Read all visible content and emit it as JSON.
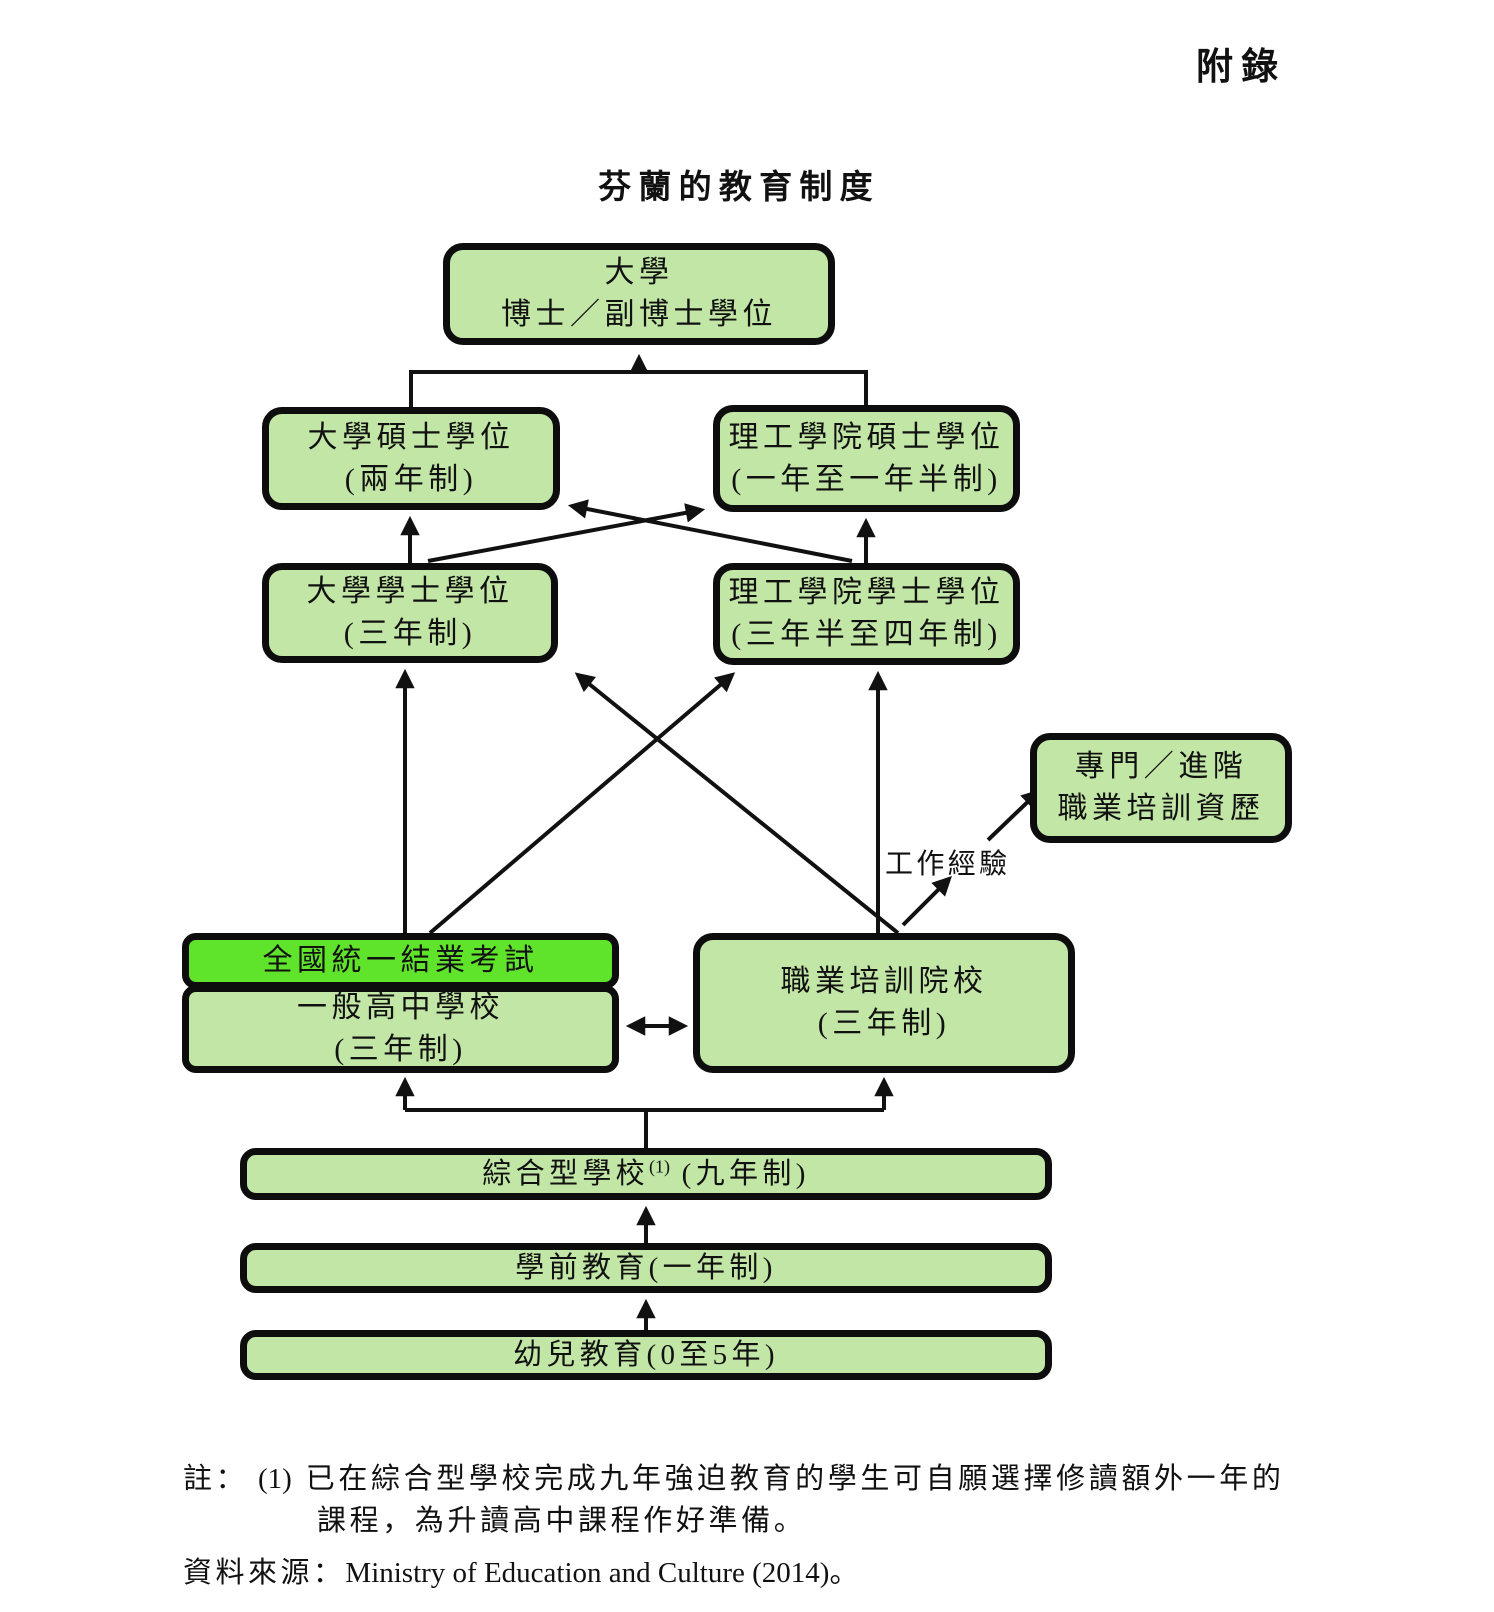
{
  "page": {
    "corner_label": "附錄",
    "title": "芬蘭的教育制度"
  },
  "boxes": {
    "doctorate": {
      "line1": "大學",
      "line2": "博士／副博士學位"
    },
    "univ_master": {
      "line1": "大學碩士學位",
      "line2": "(兩年制)"
    },
    "poly_master": {
      "line1": "理工學院碩士學位",
      "line2": "(一年至一年半制)"
    },
    "univ_bachelor": {
      "line1": "大學學士學位",
      "line2": "(三年制)"
    },
    "poly_bachelor": {
      "line1": "理工學院學士學位",
      "line2": "(三年半至四年制)"
    },
    "specialist_vocational": {
      "line1": "專門／進階",
      "line2": "職業培訓資歷"
    },
    "matriculation_exam": {
      "label": "全國統一結業考試"
    },
    "general_upper_secondary": {
      "line1": "一般高中學校",
      "line2": "(三年制)"
    },
    "vocational_institution": {
      "line1": "職業培訓院校",
      "line2": "(三年制)"
    },
    "comprehensive_school": {
      "name": "綜合型學校",
      "footnote_marker": "(1)",
      "duration": " (九年制)"
    },
    "pre_primary": {
      "label": "學前教育(一年制)"
    },
    "early_childhood": {
      "label": "幼兒教育(0至5年)"
    }
  },
  "labels": {
    "work_experience": "工作經驗"
  },
  "notes": {
    "note_label": "註：",
    "note_marker": "(1)",
    "note_line1": "已在綜合型學校完成九年強迫教育的學生可自願選擇修讀額外一年的",
    "note_line2": "課程，為升讀高中課程作好準備。",
    "source_label": "資料來源：",
    "source_text": "Ministry of Education and Culture (2014)。"
  },
  "colors": {
    "box_fill": "#c2e6a6",
    "highlight_fill": "#5fe32b",
    "border": "#0d0d0d",
    "line": "#111111"
  }
}
